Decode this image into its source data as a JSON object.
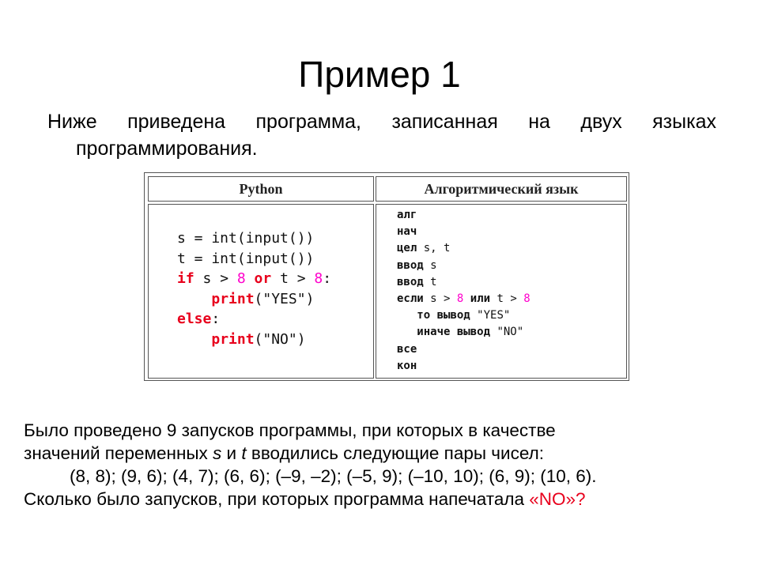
{
  "title": "Пример 1",
  "intro": {
    "line1": "Ниже приведена программа, записанная на двух языках",
    "line2": "программирования."
  },
  "table": {
    "python_header": "Python",
    "alg_header": "Алгоритмический язык",
    "python": {
      "l1": "s = int(input())",
      "l2": "t = int(input())",
      "l3_if": "if",
      "l3_s": " s > ",
      "l3_n1": "8",
      "l3_or": " or",
      "l3_t": " t > ",
      "l3_n2": "8",
      "l3_colon": ":",
      "l4_indent": "    ",
      "l4_print": "print",
      "l4_arg": "(\"YES\")",
      "l5_else": "else",
      "l5_colon": ":",
      "l6_indent": "    ",
      "l6_print": "print",
      "l6_arg": "(\"NO\")"
    },
    "alg": {
      "l1": "алг",
      "l2": "нач",
      "l3_kw": "цел",
      "l3_rest": " s, t",
      "l4_kw": "ввод",
      "l4_rest": " s",
      "l5_kw": "ввод",
      "l5_rest": " t",
      "l6_kw": "если",
      "l6_a": " s > ",
      "l6_n1": "8",
      "l6_or": " или",
      "l6_b": " t > ",
      "l6_n2": "8",
      "l7_indent": "   ",
      "l7_kw": "то вывод",
      "l7_rest": " \"YES\"",
      "l8_indent": "   ",
      "l8_kw": "иначе вывод",
      "l8_rest": " \"NO\"",
      "l9": "все",
      "l10": "кон"
    }
  },
  "task": {
    "line1": "Было проведено 9 запусков программы, при которых в качестве",
    "line2_a": "значений переменных ",
    "var_s": "s",
    "line2_b": " и ",
    "var_t": "t",
    "line2_c": " вводились следующие пары чисел:",
    "pairs": "(8, 8); (9, 6); (4, 7); (6, 6); (–9, –2); (–5, 9); (–10, 10); (6, 9); (10, 6).",
    "line4_a": "Сколько было запусков, при которых программа напечатала ",
    "line4_red": "«NO»?"
  },
  "colors": {
    "keyword": "#e8001c",
    "number": "#ff00cc",
    "answer_highlight": "#e8001c"
  }
}
